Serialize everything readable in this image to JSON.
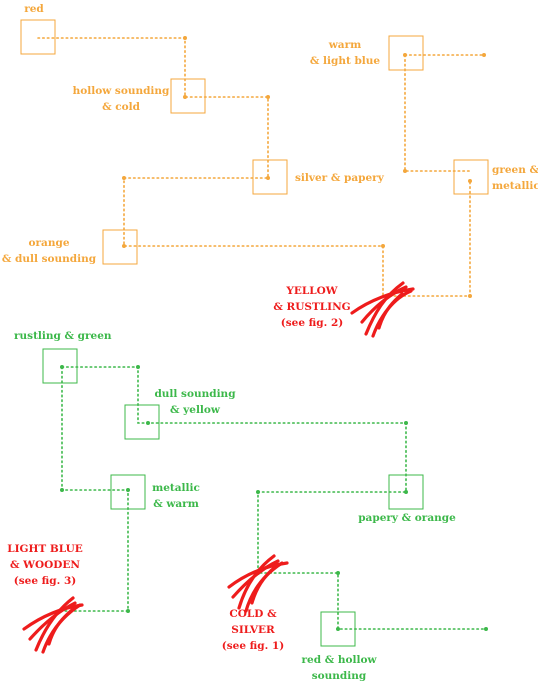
{
  "colors": {
    "orange": "#f4a73c",
    "green": "#3cb84a",
    "red": "#ee1c1c"
  },
  "top_path": {
    "color": "orange",
    "labels": {
      "red": "red",
      "hollow_cold": "hollow sounding\n& cold",
      "silver_papery": "silver & papery",
      "orange_dull": "orange\n& dull sounding",
      "warm_light_blue": "warm\n& light blue",
      "green_metallic": "green &\nmetallic"
    },
    "endpoint_note": "YELLOW\n& RUSTLING\n(see fig. 2)"
  },
  "bottom_path": {
    "color": "green",
    "labels": {
      "rustling_green": "rustling & green",
      "dull_yellow": "dull sounding\n& yellow",
      "metallic_warm": "metallic\n& warm",
      "papery_orange": "papery & orange",
      "red_hollow": "red & hollow\nsounding"
    },
    "endpoint_notes": {
      "light_blue_wooden": "LIGHT BLUE\n& WOODEN\n(see fig. 3)",
      "cold_silver": "COLD &\nSILVER\n(see fig. 1)"
    }
  }
}
